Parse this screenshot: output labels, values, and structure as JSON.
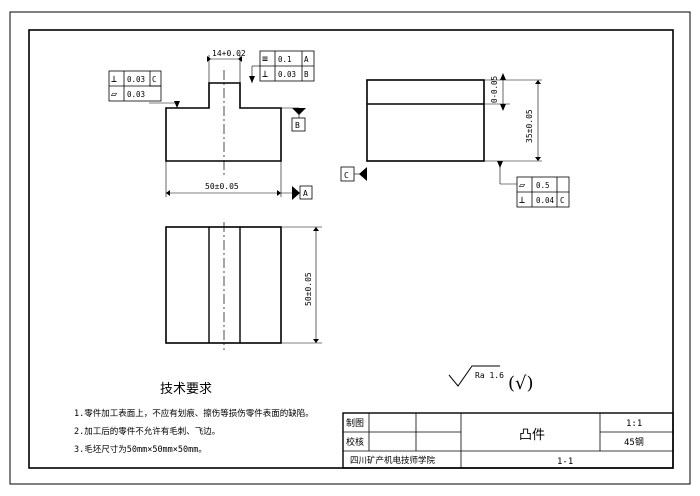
{
  "dims": {
    "top_slot": "14+0.02",
    "base_width": "50±0.05",
    "right_height": "35±0.05",
    "right_top": "0-0.05",
    "plan_height": "50±0.05"
  },
  "fcf": {
    "left_perp_sym": "⊥",
    "left_perp_val": "0.03",
    "left_perp_ref": "C",
    "left_flat_sym": "▱",
    "left_flat_val": "0.03",
    "top_sym_sym": "≡",
    "top_sym_val": "0.1",
    "top_sym_ref": "A",
    "top_perp_sym": "⊥",
    "top_perp_val": "0.03",
    "top_perp_ref": "B",
    "right_flat_sym": "▱",
    "right_flat_val": "0.5",
    "right_perp_sym": "⊥",
    "right_perp_val": "0.04",
    "right_perp_ref": "C"
  },
  "datums": {
    "a": "A",
    "b": "B",
    "c": "C"
  },
  "roughness": {
    "value": "Ra 1.6",
    "other": "(√)"
  },
  "notes": {
    "title": "技术要求",
    "items": [
      "1.零件加工表面上，不应有划痕、擦伤等损伤零件表面的缺陷。",
      "2.加工后的零件不允许有毛刺、飞边。",
      "3.毛坯尺寸为50mm×50mm×50mm。"
    ]
  },
  "title_block": {
    "drawn_label": "制图",
    "checked_label": "校核",
    "part_name": "凸件",
    "scale": "1:1",
    "material": "45钢",
    "school": "四川矿产机电技师学院",
    "drawing_no": "1-1"
  }
}
